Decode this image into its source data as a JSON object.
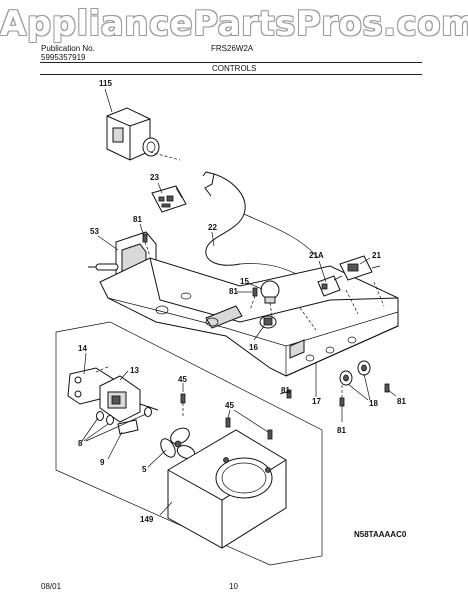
{
  "watermark": "AppliancePartsPros.com",
  "header": {
    "publication_label": "Publication No.",
    "publication_no": "5995357919",
    "model": "FRS26W2A",
    "section": "CONTROLS"
  },
  "footer": {
    "date": "08/01",
    "page": "10",
    "diagram_code": "N58TAAAAC0"
  },
  "callouts": {
    "c115": "115",
    "c23": "23",
    "c22": "22",
    "c81a": "81",
    "c53": "53",
    "c21A": "21A",
    "c21": "21",
    "c15": "15",
    "c81b": "81",
    "c16": "16",
    "c14": "14",
    "c13": "13",
    "c45a": "45",
    "c8": "8",
    "c9": "9",
    "c5": "5",
    "c45b": "45",
    "c81c": "81",
    "c17": "17",
    "c18": "18",
    "c81d": "81",
    "c81e": "81",
    "c149": "149"
  }
}
